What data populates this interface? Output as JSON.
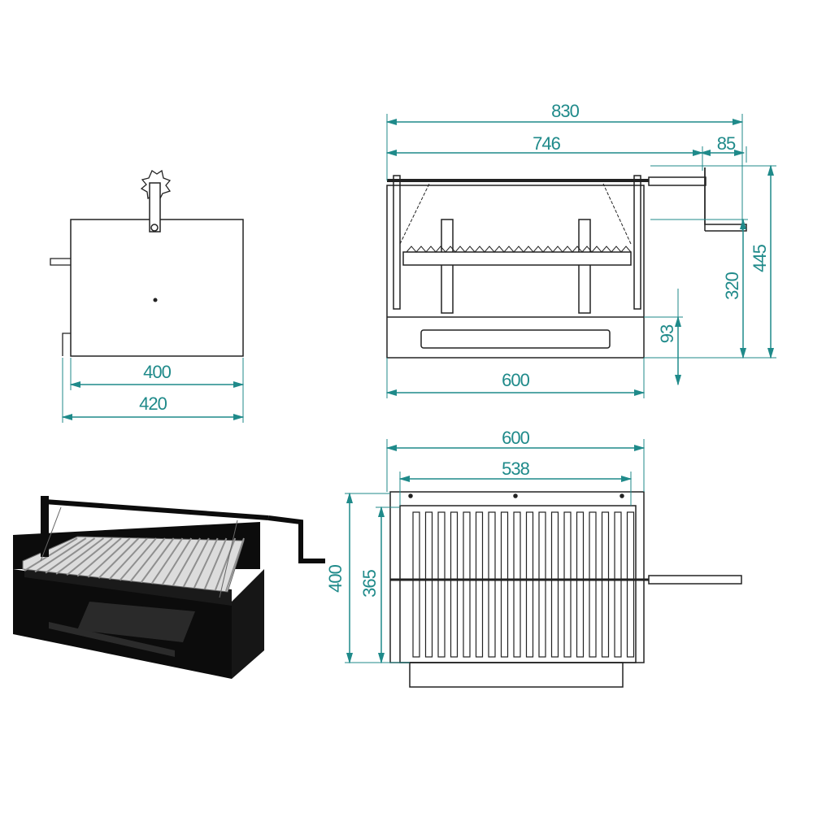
{
  "colors": {
    "dimension": "#1f8a8a",
    "outline": "#222222",
    "body": "#0c0c0c",
    "grill_bar": "#c9c9c9"
  },
  "side_view": {
    "inner_width": "400",
    "outer_width": "420"
  },
  "front_view": {
    "overall_width": "830",
    "rod_span": "746",
    "handle_reach": "85",
    "overall_height": "445",
    "grill_height": "320",
    "drawer_height": "93",
    "body_width": "600"
  },
  "top_view": {
    "body_width": "600",
    "grill_width": "538",
    "body_depth": "400",
    "grill_depth": "365"
  }
}
